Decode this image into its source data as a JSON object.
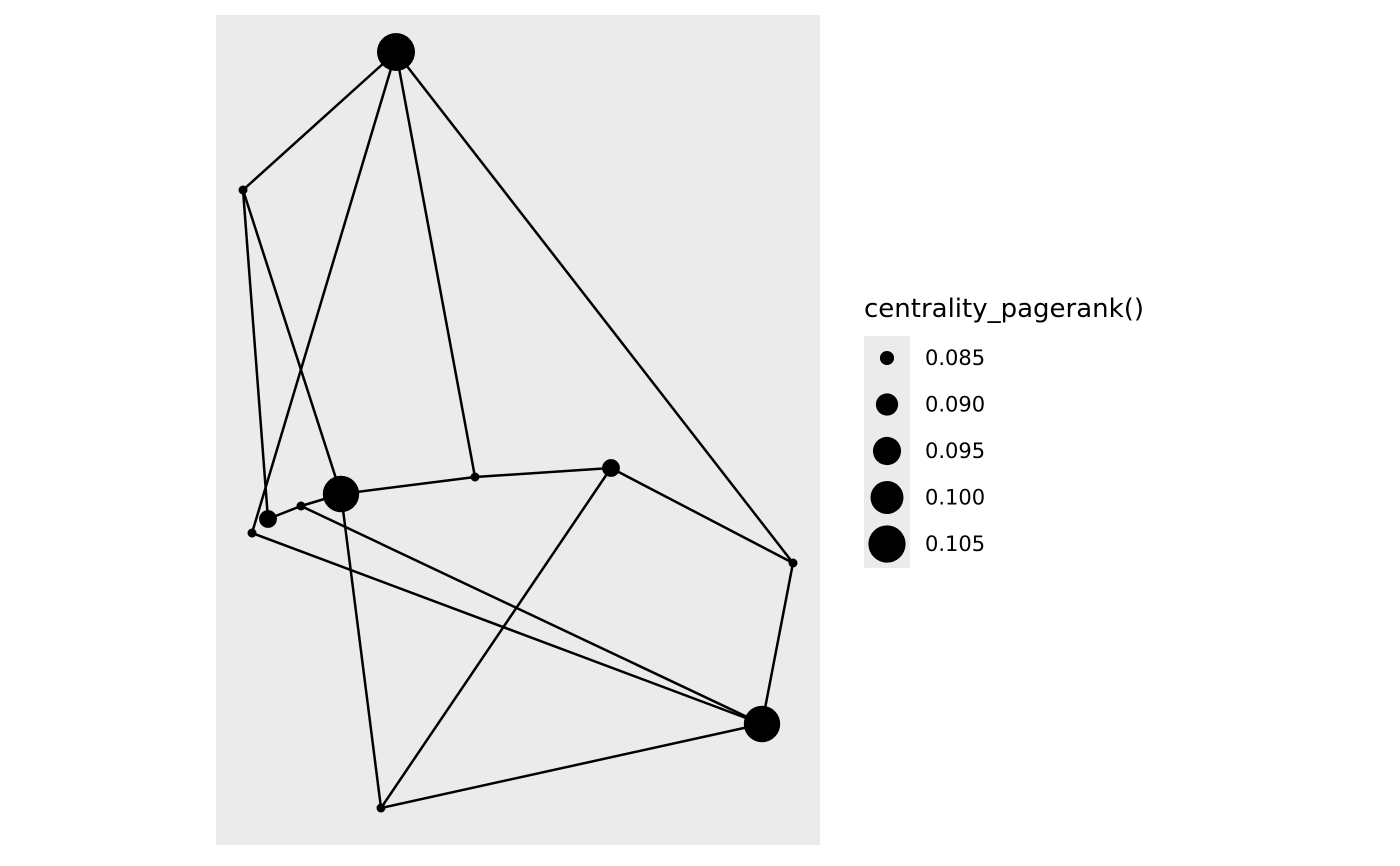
{
  "chart_data": {
    "type": "network",
    "panel_background": "#ebebeb",
    "node_color": "#000000",
    "edge_color": "#000000",
    "nodes": [
      {
        "id": 1,
        "pagerank": 0.106
      },
      {
        "id": 2,
        "pagerank": 0.083
      },
      {
        "id": 3,
        "pagerank": 0.083
      },
      {
        "id": 4,
        "pagerank": 0.083
      },
      {
        "id": 5,
        "pagerank": 0.087
      },
      {
        "id": 6,
        "pagerank": 0.087
      },
      {
        "id": 7,
        "pagerank": 0.083
      },
      {
        "id": 8,
        "pagerank": 0.104
      },
      {
        "id": 9,
        "pagerank": 0.083
      },
      {
        "id": 10,
        "pagerank": 0.104
      },
      {
        "id": 11,
        "pagerank": 0.083
      }
    ],
    "edges": [
      [
        1,
        2
      ],
      [
        1,
        4
      ],
      [
        1,
        3
      ],
      [
        1,
        9
      ],
      [
        2,
        5
      ],
      [
        2,
        8
      ],
      [
        5,
        7
      ],
      [
        7,
        8
      ],
      [
        8,
        3
      ],
      [
        3,
        6
      ],
      [
        6,
        9
      ],
      [
        8,
        11
      ],
      [
        6,
        11
      ],
      [
        4,
        10
      ],
      [
        7,
        10
      ],
      [
        9,
        10
      ],
      [
        10,
        11
      ]
    ],
    "legend": {
      "title": "centrality_pagerank()",
      "position": "right",
      "entries": [
        {
          "label": "0.085",
          "value": 0.085
        },
        {
          "label": "0.090",
          "value": 0.09
        },
        {
          "label": "0.095",
          "value": 0.095
        },
        {
          "label": "0.100",
          "value": 0.1
        },
        {
          "label": "0.105",
          "value": 0.105
        }
      ]
    }
  }
}
